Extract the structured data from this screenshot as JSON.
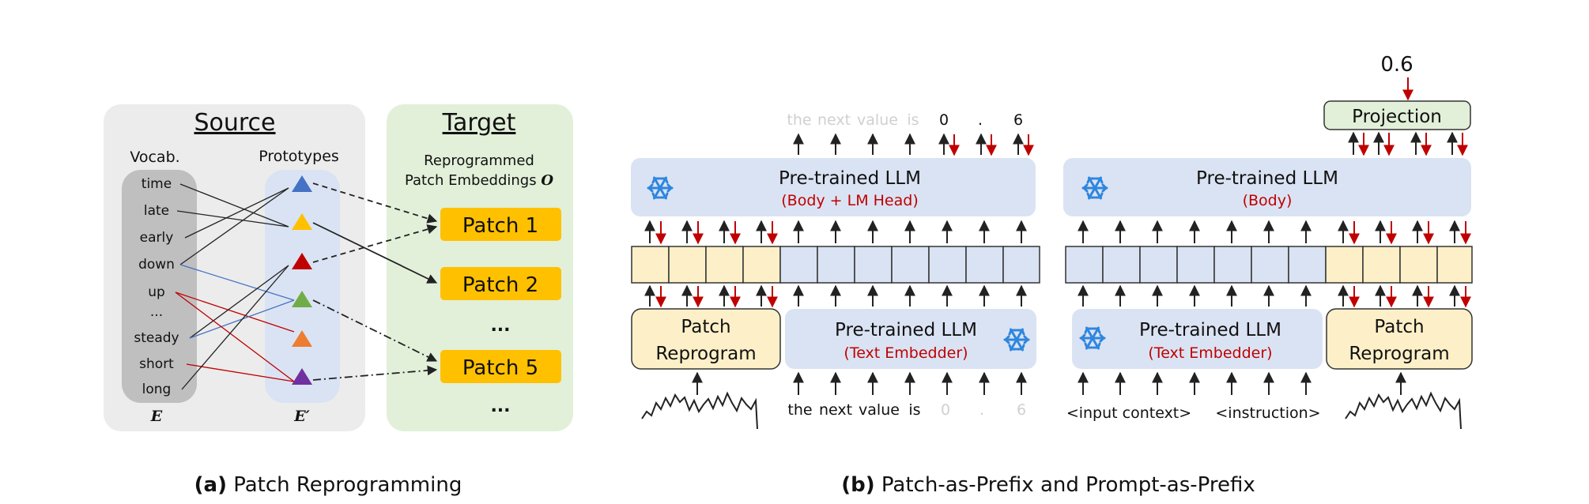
{
  "panel_a": {
    "source_title": "Source",
    "target_title": "Target",
    "vocab_header": "Vocab.",
    "prototypes_header": "Prototypes",
    "words": [
      "time",
      "late",
      "early",
      "down",
      "up",
      "...",
      "steady",
      "short",
      "long"
    ],
    "vocab_symbol": "E",
    "prototype_symbol": "E′",
    "target_header_line1": "Reprogrammed",
    "target_header_line2": "Patch Embeddings",
    "target_symbol": "O",
    "patches": [
      "Patch 1",
      "Patch 2",
      "...",
      "Patch 5",
      "..."
    ],
    "caption_bold": "(a)",
    "caption_text": " Patch Reprogramming",
    "prototype_colors": [
      "#4472c4",
      "#ffc000",
      "#c00000",
      "#70ad47",
      "#ed7d31",
      "#7030a0"
    ],
    "link_colors": {
      "black": "#222222",
      "blue": "#4472c4",
      "red": "#c00000"
    }
  },
  "panel_b": {
    "left": {
      "output_tokens_faded": [
        "the",
        "next",
        "value",
        "is"
      ],
      "output_tokens": [
        "0",
        ".",
        "6"
      ],
      "llm_title": "Pre-trained LLM",
      "llm_subtitle": "(Body + LM Head)",
      "patch_reprogram_line1": "Patch",
      "patch_reprogram_line2": "Reprogram",
      "embedder_title": "Pre-trained LLM",
      "embedder_subtitle": "(Text Embedder)",
      "input_tokens": [
        "the",
        "next",
        "value",
        "is"
      ],
      "input_tokens_faded": [
        "0",
        ".",
        "6"
      ]
    },
    "right": {
      "output_value": "0.6",
      "projection_label": "Projection",
      "llm_title": "Pre-trained LLM",
      "llm_subtitle": "(Body)",
      "embedder_title": "Pre-trained LLM",
      "embedder_subtitle": "(Text Embedder)",
      "input_context": "<input context>",
      "instruction": "<instruction>",
      "patch_reprogram_line1": "Patch",
      "patch_reprogram_line2": "Reprogram"
    },
    "caption_bold": "(b)",
    "caption_text": " Patch-as-Prefix and Prompt-as-Prefix",
    "colors": {
      "llm_box": "#dae3f3",
      "patch_box": "#fdf0c8",
      "projection_box": "#e2f0d9",
      "arrow_red": "#c00000",
      "snowflake": "#2e86de"
    }
  }
}
